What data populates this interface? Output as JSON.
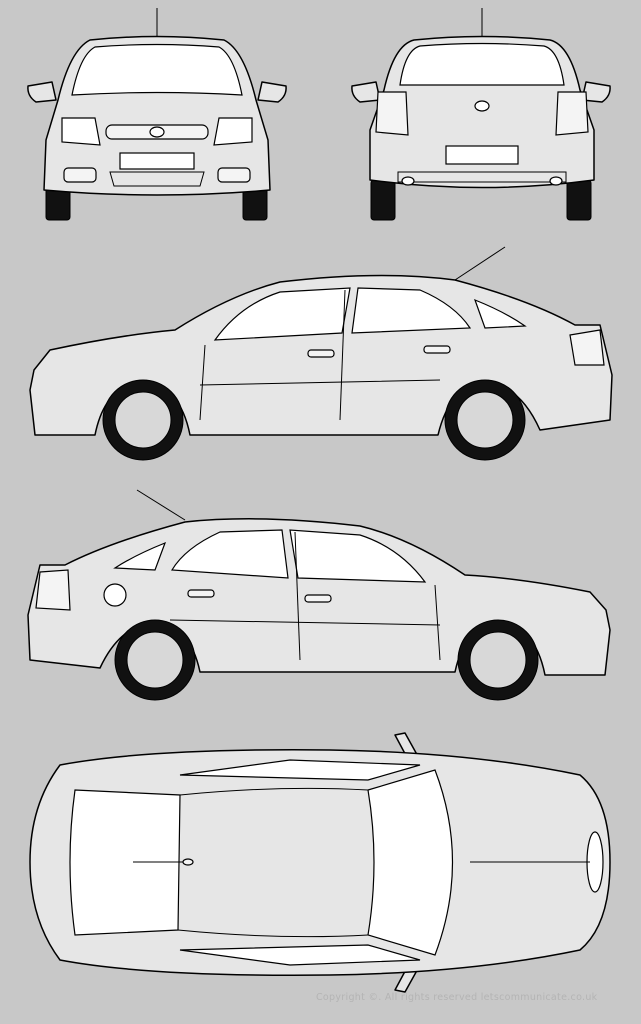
{
  "drawing": {
    "views": [
      "front-view",
      "rear-view",
      "left-side-view",
      "right-side-view",
      "top-view"
    ],
    "colors": {
      "background": "#c8c8c8",
      "body": "#e6e6e6",
      "outline": "#000000",
      "copyright": "#b4b4b4"
    }
  },
  "footer": {
    "copyright": "Copyright ©. All rights reserved letscommunicate.co.uk"
  }
}
